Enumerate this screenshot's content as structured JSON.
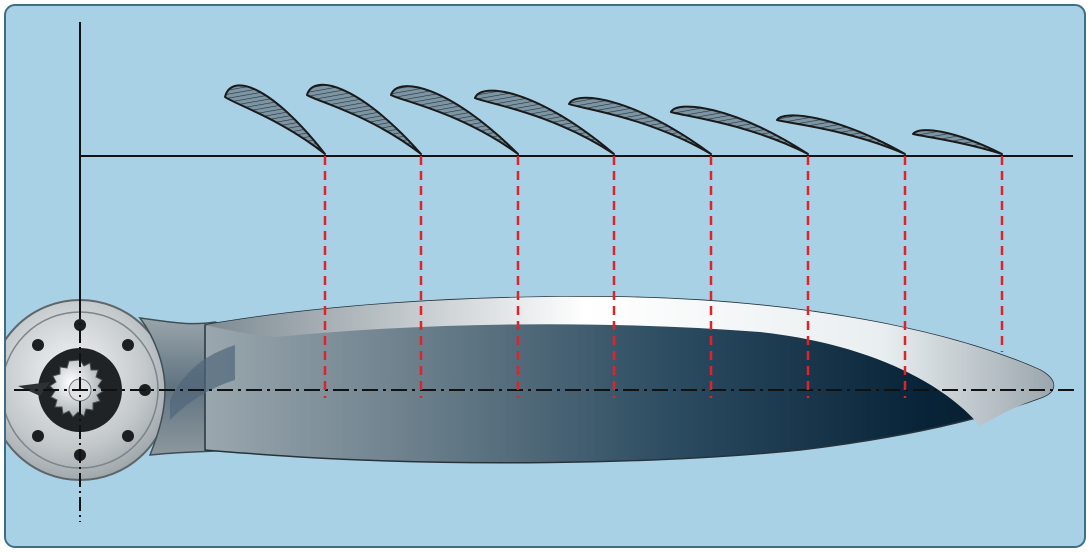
{
  "diagram": {
    "subject": "propeller-blade-airfoil-sections",
    "colors": {
      "background": "#a9d1e5",
      "frame_border": "#3f6f86",
      "axis": "#111111",
      "station_line": "#e0232a",
      "section_fill": "#6f8a99",
      "section_stroke": "#1a1a1a",
      "blade_dark": "#08243a",
      "blade_light": "#f4f7f8",
      "hub_metal": "#b9bec2"
    },
    "section_count": 8,
    "stations": [
      "station-1",
      "station-2",
      "station-3",
      "station-4",
      "station-5",
      "station-6",
      "station-7",
      "station-8"
    ]
  }
}
